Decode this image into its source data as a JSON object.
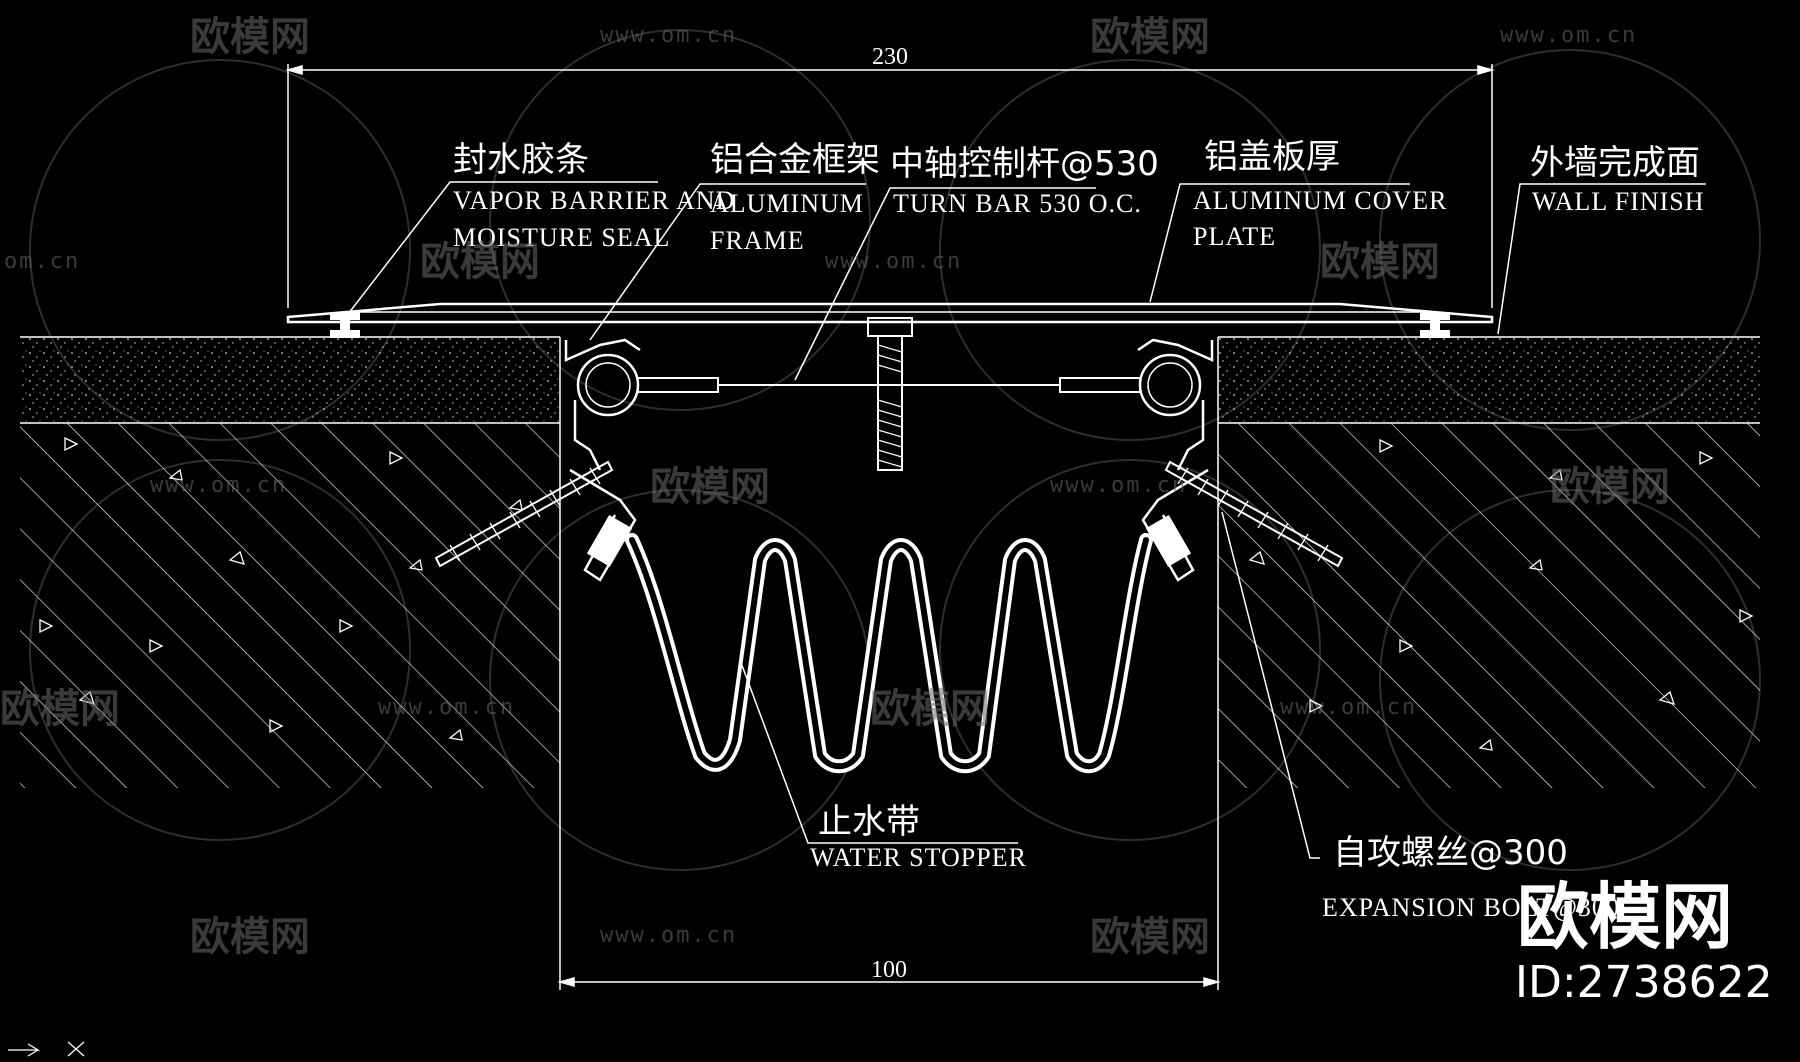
{
  "dimensions": {
    "top_width": "230",
    "bottom_width": "100"
  },
  "labels": {
    "seal": {
      "cn": "封水胶条",
      "en_line1": "VAPOR BARRIER AND",
      "en_line2": "MOISTURE SEAL"
    },
    "frame": {
      "cn": "铝合金框架",
      "en_line1": "ALUMINUM",
      "en_line2": "FRAME"
    },
    "turn_bar": {
      "cn": "中轴控制杆@530",
      "en_line1": "TURN BAR 530 O.C."
    },
    "cover_plate": {
      "cn": "铝盖板厚",
      "en_line1": "ALUMINUM COVER",
      "en_line2": "PLATE"
    },
    "wall_finish": {
      "cn": "外墙完成面",
      "en_line1": "WALL FINISH"
    },
    "water_stopper": {
      "cn": "止水带",
      "en_line1": "WATER STOPPER"
    },
    "bolt": {
      "cn": "自攻螺丝@300",
      "en_line1": "EXPANSION BOLT@300"
    }
  },
  "watermark": {
    "cn": "欧模网",
    "url": "www.om.cn",
    "url_short": "om.cn"
  },
  "brand": {
    "name": "欧模网",
    "id": "ID:2738622"
  },
  "colors": {
    "lines": "#ffffff",
    "background": "#000000",
    "watermark": "#6b6b6b"
  }
}
